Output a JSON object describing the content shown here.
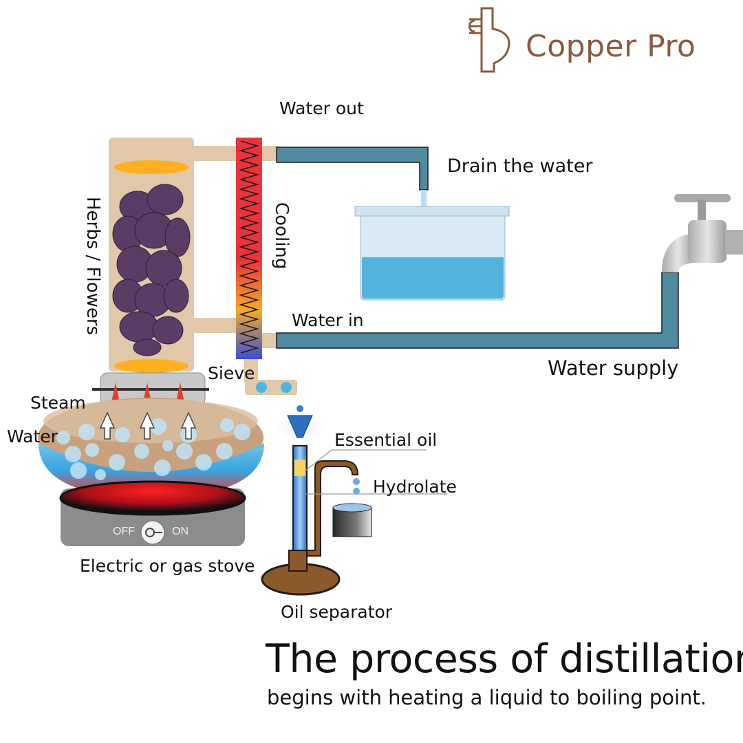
{
  "brand": {
    "name": "Copper Pro",
    "color": "#8a5a3e",
    "icon": "hand-logo-icon"
  },
  "labels": {
    "water_out": "Water out",
    "drain": "Drain the water",
    "cooling": "Cooling",
    "herbs": "Herbs / Flowers",
    "water_in": "Water in",
    "water_supply": "Water supply",
    "sieve": "Sieve",
    "steam": "Steam",
    "water": "Water",
    "essential_oil": "Essential oil",
    "hydrolate": "Hydrolate",
    "stove": "Electric or gas stove",
    "separator": "Oil separator",
    "switch_off": "OFF",
    "switch_on": "ON"
  },
  "headline": "The process of distillation",
  "subheadline": "begins with heating a liquid to boiling point.",
  "colors": {
    "column": "#e0c8a8",
    "pipe": "#4f8aa0",
    "water": "#4db4e6",
    "heat": "#ff2a1a",
    "sieve": "#ffb020",
    "stove": "#8c8c8c",
    "oil_base": "#8b5a2b"
  }
}
